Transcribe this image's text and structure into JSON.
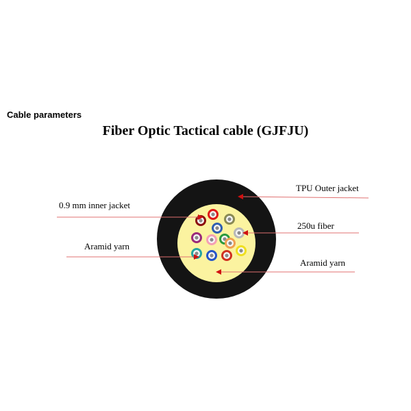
{
  "header": {
    "section_title": "Cable parameters"
  },
  "diagram": {
    "title": "Fiber Optic Tactical cable (GJFJU)",
    "labels": {
      "tpu_outer_jacket": "TPU Outer jacket",
      "inner_jacket": "0.9 mm inner jacket",
      "fiber": "250u  fiber",
      "aramid_yarn_left": "Aramid yarn",
      "aramid_yarn_right": "Aramid yarn"
    },
    "colors": {
      "outer_jacket": "#141414",
      "aramid_fill": "#fbf3a0",
      "arrow": "#d01010",
      "fibers": [
        "#8b0f0f",
        "#e01818",
        "#8a8a55",
        "#2f5fb0",
        "#9a2a7a",
        "#f4a0b4",
        "#2a9a3c",
        "#b8b8b8",
        "#f0e020",
        "#25a5a0",
        "#2555c8",
        "#d03020",
        "#f0a050"
      ]
    }
  }
}
